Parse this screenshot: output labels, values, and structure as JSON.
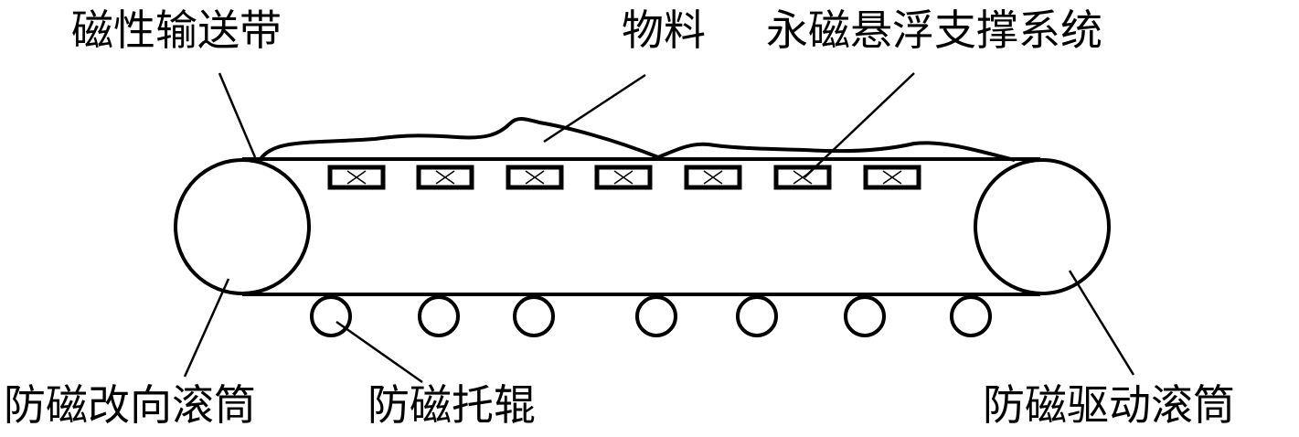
{
  "labels": {
    "magnetic_belt": "磁性输送带",
    "material": "物料",
    "maglev_support": "永磁悬浮支撑系统",
    "antimagnetic_idler_drum": "防磁改向滚筒",
    "antimagnetic_rollers": "防磁托辊",
    "antimagnetic_drive_drum": "防磁驱动滚筒"
  },
  "components": {
    "magnet_count": 7,
    "roller_count": 7
  },
  "colors": {
    "stroke": "#000000",
    "background": "#ffffff"
  }
}
